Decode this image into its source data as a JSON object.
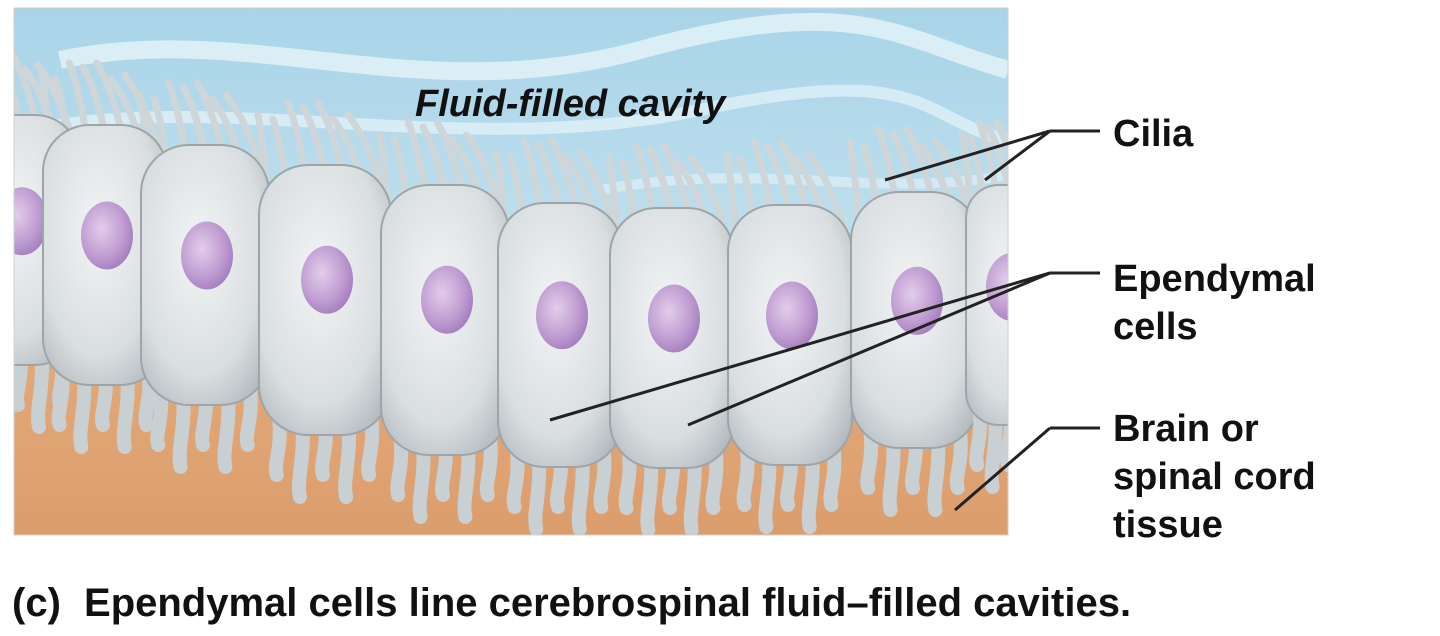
{
  "labels": {
    "cavity": "Fluid-filled cavity",
    "cilia": "Cilia",
    "ependymal_line1": "Ependymal",
    "ependymal_line2": "cells",
    "brain_line1": "Brain or",
    "brain_line2": "spinal cord",
    "brain_line3": "tissue"
  },
  "caption": {
    "letter": "(c)",
    "text": "Ependymal cells line cerebrospinal fluid–filled cavities."
  },
  "colors": {
    "fluid": "#bfe0ee",
    "fluid_light": "#e4f2f8",
    "tissue": "#e2a878",
    "cell": "#dfe3e5",
    "cell_edge": "#9ea5a9",
    "nucleus": "#c6a6d6",
    "nucleus_dark": "#a27ec0",
    "leader": "#222222"
  }
}
